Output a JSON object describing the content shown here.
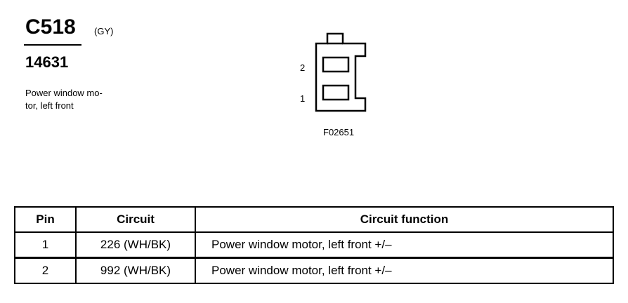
{
  "connector": {
    "id": "C518",
    "color": "(GY)",
    "part_number": "14631",
    "description": "Power window mo- tor, left front"
  },
  "diagram": {
    "pin_labels": [
      "2",
      "1"
    ],
    "figure_code": "F02651"
  },
  "table": {
    "headers": [
      "Pin",
      "Circuit",
      "Circuit function"
    ],
    "rows": [
      {
        "pin": "1",
        "circuit": "226 (WH/BK)",
        "function": "Power window motor, left front +/–"
      },
      {
        "pin": "2",
        "circuit": "992 (WH/BK)",
        "function": "Power window motor, left front +/–"
      }
    ]
  }
}
